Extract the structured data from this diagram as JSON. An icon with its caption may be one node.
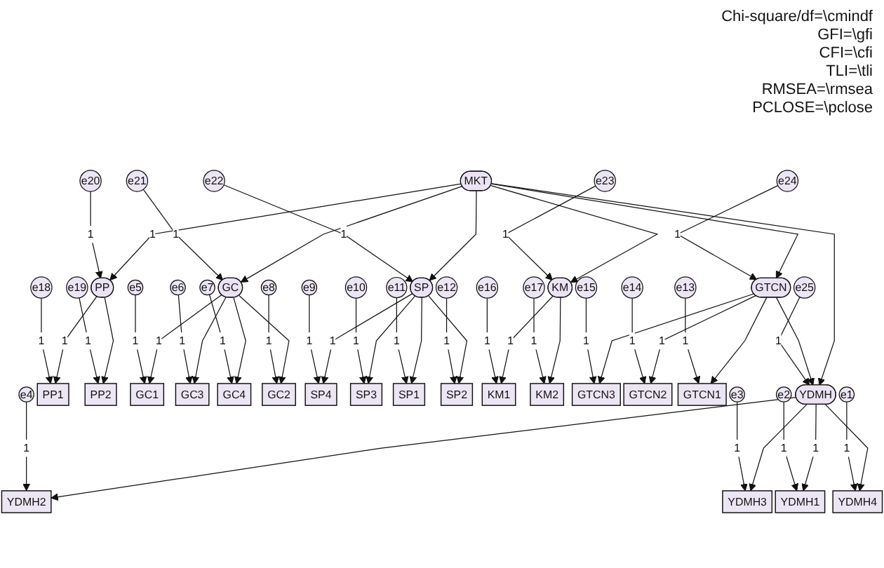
{
  "diagram": {
    "nodes": [
      {
        "text": [
          "MKT"
        ]
      },
      {
        "text": [
          "PP"
        ]
      },
      {
        "text": [
          "GC"
        ]
      },
      {
        "text": [
          "SP"
        ]
      },
      {
        "text": [
          "KM"
        ]
      },
      {
        "text": [
          "GTCN"
        ]
      },
      {
        "text": [
          "YDMH"
        ]
      },
      {
        "text": [
          "PP1"
        ]
      },
      {
        "text": [
          "PP2"
        ]
      },
      {
        "text": [
          "GC1"
        ]
      },
      {
        "text": [
          "GC3"
        ]
      },
      {
        "text": [
          "GC4"
        ]
      },
      {
        "text": [
          "GC2"
        ]
      },
      {
        "text": [
          "SP4"
        ]
      },
      {
        "text": [
          "SP3"
        ]
      },
      {
        "text": [
          "SP1"
        ]
      },
      {
        "text": [
          "SP2"
        ]
      },
      {
        "text": [
          "KM1"
        ]
      },
      {
        "text": [
          "KM2"
        ]
      },
      {
        "text": [
          "GTCN3"
        ]
      },
      {
        "text": [
          "GTCN2"
        ]
      },
      {
        "text": [
          "GTCN1"
        ]
      },
      {
        "text": [
          "YDMH2"
        ]
      },
      {
        "text": [
          "YDMH3"
        ]
      },
      {
        "text": [
          "YDMH1"
        ]
      },
      {
        "text": [
          "YDMH4"
        ]
      },
      {
        "text": [
          "e18"
        ]
      },
      {
        "text": [
          "e19"
        ]
      },
      {
        "text": [
          "e5"
        ]
      },
      {
        "text": [
          "e6"
        ]
      },
      {
        "text": [
          "e7"
        ]
      },
      {
        "text": [
          "e8"
        ]
      },
      {
        "text": [
          "e9"
        ]
      },
      {
        "text": [
          "e10"
        ]
      },
      {
        "text": [
          "e11"
        ]
      },
      {
        "text": [
          "e12"
        ]
      },
      {
        "text": [
          "e16"
        ]
      },
      {
        "text": [
          "e17"
        ]
      },
      {
        "text": [
          "e15"
        ]
      },
      {
        "text": [
          "e14"
        ]
      },
      {
        "text": [
          "e13"
        ]
      },
      {
        "text": [
          "e4"
        ]
      },
      {
        "text": [
          "e3"
        ]
      },
      {
        "text": [
          "e2"
        ]
      },
      {
        "text": [
          "e1"
        ]
      },
      {
        "text": [
          "e20"
        ]
      },
      {
        "text": [
          "e21"
        ]
      },
      {
        "text": [
          "e22"
        ]
      },
      {
        "text": [
          "e23"
        ]
      },
      {
        "text": [
          "e24"
        ]
      },
      {
        "text": [
          "e25"
        ]
      }
    ],
    "edges": [
      {
        "from": 0,
        "to": 1,
        "arrow": "to",
        "label": "1"
      },
      {
        "from": 0,
        "to": 2,
        "arrow": "to"
      },
      {
        "from": 0,
        "to": 3,
        "arrow": "to"
      },
      {
        "from": 0,
        "to": 4,
        "arrow": "to"
      },
      {
        "from": 0,
        "to": 5,
        "arrow": "to"
      },
      {
        "from": 0,
        "to": 6,
        "arrow": "to"
      },
      {
        "from": 5,
        "to": 6,
        "arrow": "to"
      },
      {
        "from": 45,
        "to": 1,
        "arrow": "to",
        "label": "1"
      },
      {
        "from": 46,
        "to": 2,
        "arrow": "to",
        "label": "1"
      },
      {
        "from": 47,
        "to": 3,
        "arrow": "to",
        "label": "1"
      },
      {
        "from": 48,
        "to": 4,
        "arrow": "to",
        "label": "1"
      },
      {
        "from": 49,
        "to": 5,
        "arrow": "to",
        "label": "1"
      },
      {
        "from": 50,
        "to": 6,
        "arrow": "to",
        "label": "1"
      },
      {
        "from": 1,
        "to": 7,
        "arrow": "to",
        "label": "1"
      },
      {
        "from": 1,
        "to": 8,
        "arrow": "to"
      },
      {
        "from": 2,
        "to": 9,
        "arrow": "to",
        "label": "1"
      },
      {
        "from": 2,
        "to": 10,
        "arrow": "to"
      },
      {
        "from": 2,
        "to": 11,
        "arrow": "to"
      },
      {
        "from": 2,
        "to": 12,
        "arrow": "to"
      },
      {
        "from": 3,
        "to": 13,
        "arrow": "to",
        "label": "1"
      },
      {
        "from": 3,
        "to": 14,
        "arrow": "to"
      },
      {
        "from": 3,
        "to": 15,
        "arrow": "to"
      },
      {
        "from": 3,
        "to": 16,
        "arrow": "to"
      },
      {
        "from": 4,
        "to": 17,
        "arrow": "to",
        "label": "1"
      },
      {
        "from": 4,
        "to": 18,
        "arrow": "to"
      },
      {
        "from": 5,
        "to": 19,
        "arrow": "to"
      },
      {
        "from": 5,
        "to": 20,
        "arrow": "to",
        "label": "1"
      },
      {
        "from": 5,
        "to": 21,
        "arrow": "to"
      },
      {
        "from": 6,
        "to": 22,
        "arrow": "to"
      },
      {
        "from": 6,
        "to": 23,
        "arrow": "to"
      },
      {
        "from": 6,
        "to": 24,
        "arrow": "to",
        "label": "1"
      },
      {
        "from": 6,
        "to": 25,
        "arrow": "to"
      },
      {
        "from": 26,
        "to": 7,
        "arrow": "to",
        "label": "1"
      },
      {
        "from": 27,
        "to": 8,
        "arrow": "to",
        "label": "1"
      },
      {
        "from": 28,
        "to": 9,
        "arrow": "to",
        "label": "1"
      },
      {
        "from": 29,
        "to": 10,
        "arrow": "to",
        "label": "1"
      },
      {
        "from": 30,
        "to": 11,
        "arrow": "to",
        "label": "1"
      },
      {
        "from": 31,
        "to": 12,
        "arrow": "to",
        "label": "1"
      },
      {
        "from": 32,
        "to": 13,
        "arrow": "to",
        "label": "1"
      },
      {
        "from": 33,
        "to": 14,
        "arrow": "to",
        "label": "1"
      },
      {
        "from": 34,
        "to": 15,
        "arrow": "to",
        "label": "1"
      },
      {
        "from": 35,
        "to": 16,
        "arrow": "to",
        "label": "1"
      },
      {
        "from": 36,
        "to": 17,
        "arrow": "to",
        "label": "1"
      },
      {
        "from": 37,
        "to": 18,
        "arrow": "to",
        "label": "1"
      },
      {
        "from": 38,
        "to": 19,
        "arrow": "to",
        "label": "1"
      },
      {
        "from": 39,
        "to": 20,
        "arrow": "to",
        "label": "1"
      },
      {
        "from": 40,
        "to": 21,
        "arrow": "to",
        "label": "1"
      },
      {
        "from": 41,
        "to": 22,
        "arrow": "to",
        "label": "1"
      },
      {
        "from": 42,
        "to": 23,
        "arrow": "to",
        "label": "1"
      },
      {
        "from": 43,
        "to": 24,
        "arrow": "to",
        "label": "1"
      },
      {
        "from": 44,
        "to": 25,
        "arrow": "to",
        "label": "1"
      }
    ],
    "labels": [
      "Chi-square/df=\\cmindf",
      "GFI=\\gfi",
      "CFI=\\cfi",
      "TLI=\\tli",
      "RMSEA=\\rmsea",
      "PCLOSE=\\pclose"
    ]
  }
}
